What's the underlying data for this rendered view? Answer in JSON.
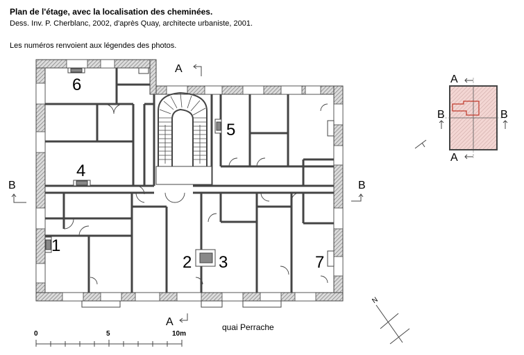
{
  "header": {
    "title": "Plan de l'étage, avec la localisation des cheminées.",
    "credit": "Dess. Inv. P. Cherblanc, 2002, d'après Quay, architecte urbaniste, 2001.",
    "note": "Les numéros renvoient aux légendes des photos."
  },
  "plan": {
    "room_numbers": [
      "6",
      "4",
      "5",
      "1",
      "2",
      "3",
      "7"
    ],
    "section_labels": {
      "a": "A",
      "b": "B"
    },
    "street": "quai Perrache",
    "north": "N"
  },
  "scale": {
    "ticks": [
      "0",
      "5",
      "10m"
    ]
  },
  "locator": {
    "labels": [
      "A",
      "A",
      "B",
      "B"
    ]
  },
  "colors": {
    "wall": "#444444",
    "hatch": "#9a9a9a",
    "locator_fill": "#f3d6d3",
    "locator_outline": "#c0392b"
  }
}
